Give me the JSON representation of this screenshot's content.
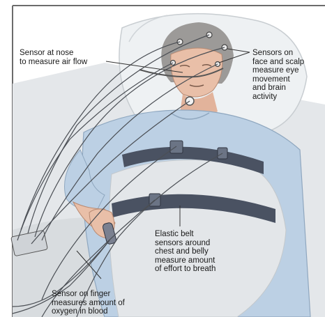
{
  "labels": {
    "nose": "Sensor at nose\nto measure air flow",
    "face": "Sensors on\nface and scalp\nmeasure eye\nmovement\nand brain\nactivity",
    "belt": "Elastic belt\nsensors around\nchest and belly\nmeasure amount\nof effort to breath",
    "finger": "Sensor on finger\nmeasures amount of\noxygen in blood"
  },
  "colors": {
    "background": "#ffffff",
    "frame": "#6b6b6b",
    "pillow": "#e8ecef",
    "sheet": "#dfe3e6",
    "gown": "#bcd0e4",
    "skin": "#e9bfa8",
    "hair": "#9c9a98",
    "belt": "#4a5262",
    "wire": "#4b4f55"
  },
  "icons": [
    "nose-sensor-icon",
    "scalp-electrode-icon",
    "finger-oximeter-icon",
    "chest-belt-icon",
    "belly-belt-icon"
  ]
}
